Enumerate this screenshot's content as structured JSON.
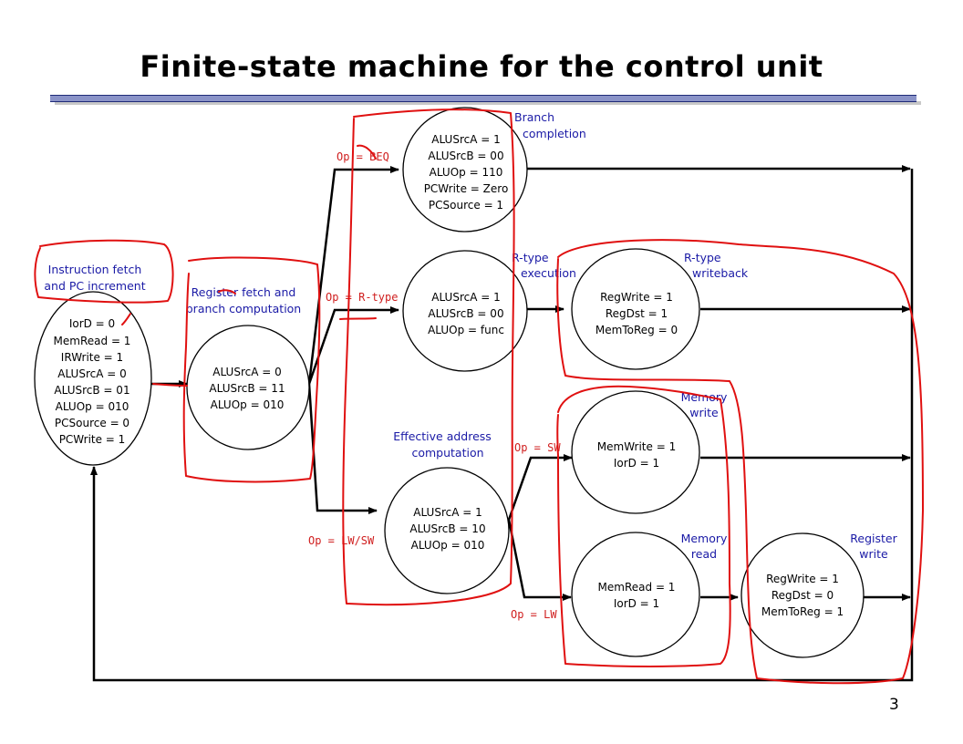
{
  "title": "Finite-state machine for the control unit",
  "page_number": "3",
  "colors": {
    "state_label": "#1a1aa6",
    "condition": "#d02020",
    "annotation": "#e01010",
    "line": "#000000"
  },
  "states": {
    "fetch": {
      "label": [
        "Instruction fetch",
        "and PC increment"
      ],
      "signals": [
        "IorD = 0",
        "MemRead = 1",
        "IRWrite = 1",
        "ALUSrcA = 0",
        "ALUSrcB = 01",
        "ALUOp = 010",
        "PCSource = 0",
        "PCWrite = 1"
      ]
    },
    "decode": {
      "label": [
        "Register fetch and",
        "branch computation"
      ],
      "signals": [
        "ALUSrcA = 0",
        "ALUSrcB = 11",
        "ALUOp = 010"
      ]
    },
    "branch": {
      "label": [
        "Branch",
        "completion"
      ],
      "signals": [
        "ALUSrcA = 1",
        "ALUSrcB = 00",
        "ALUOp = 110",
        "PCWrite = Zero",
        "PCSource = 1"
      ]
    },
    "rexec": {
      "label": [
        "R-type",
        "execution"
      ],
      "signals": [
        "ALUSrcA = 1",
        "ALUSrcB = 00",
        "ALUOp = func"
      ]
    },
    "rwrite": {
      "label": [
        "R-type",
        "writeback"
      ],
      "signals": [
        "RegWrite = 1",
        "RegDst = 1",
        "MemToReg = 0"
      ]
    },
    "addr": {
      "label": [
        "Effective address",
        "computation"
      ],
      "signals": [
        "ALUSrcA = 1",
        "ALUSrcB = 10",
        "ALUOp = 010"
      ]
    },
    "memwrite": {
      "label": [
        "Memory",
        "write"
      ],
      "signals": [
        "MemWrite = 1",
        "IorD = 1"
      ]
    },
    "memread": {
      "label": [
        "Memory",
        "read"
      ],
      "signals": [
        "MemRead = 1",
        "IorD = 1"
      ]
    },
    "regwrite": {
      "label": [
        "Register",
        "write"
      ],
      "signals": [
        "RegWrite = 1",
        "RegDst = 0",
        "MemToReg = 1"
      ]
    }
  },
  "conditions": {
    "beq": "Op = BEQ",
    "rtype": "Op = R-type",
    "lwsw": "Op = LW/SW",
    "sw": "Op = SW",
    "lw": "Op = LW"
  }
}
